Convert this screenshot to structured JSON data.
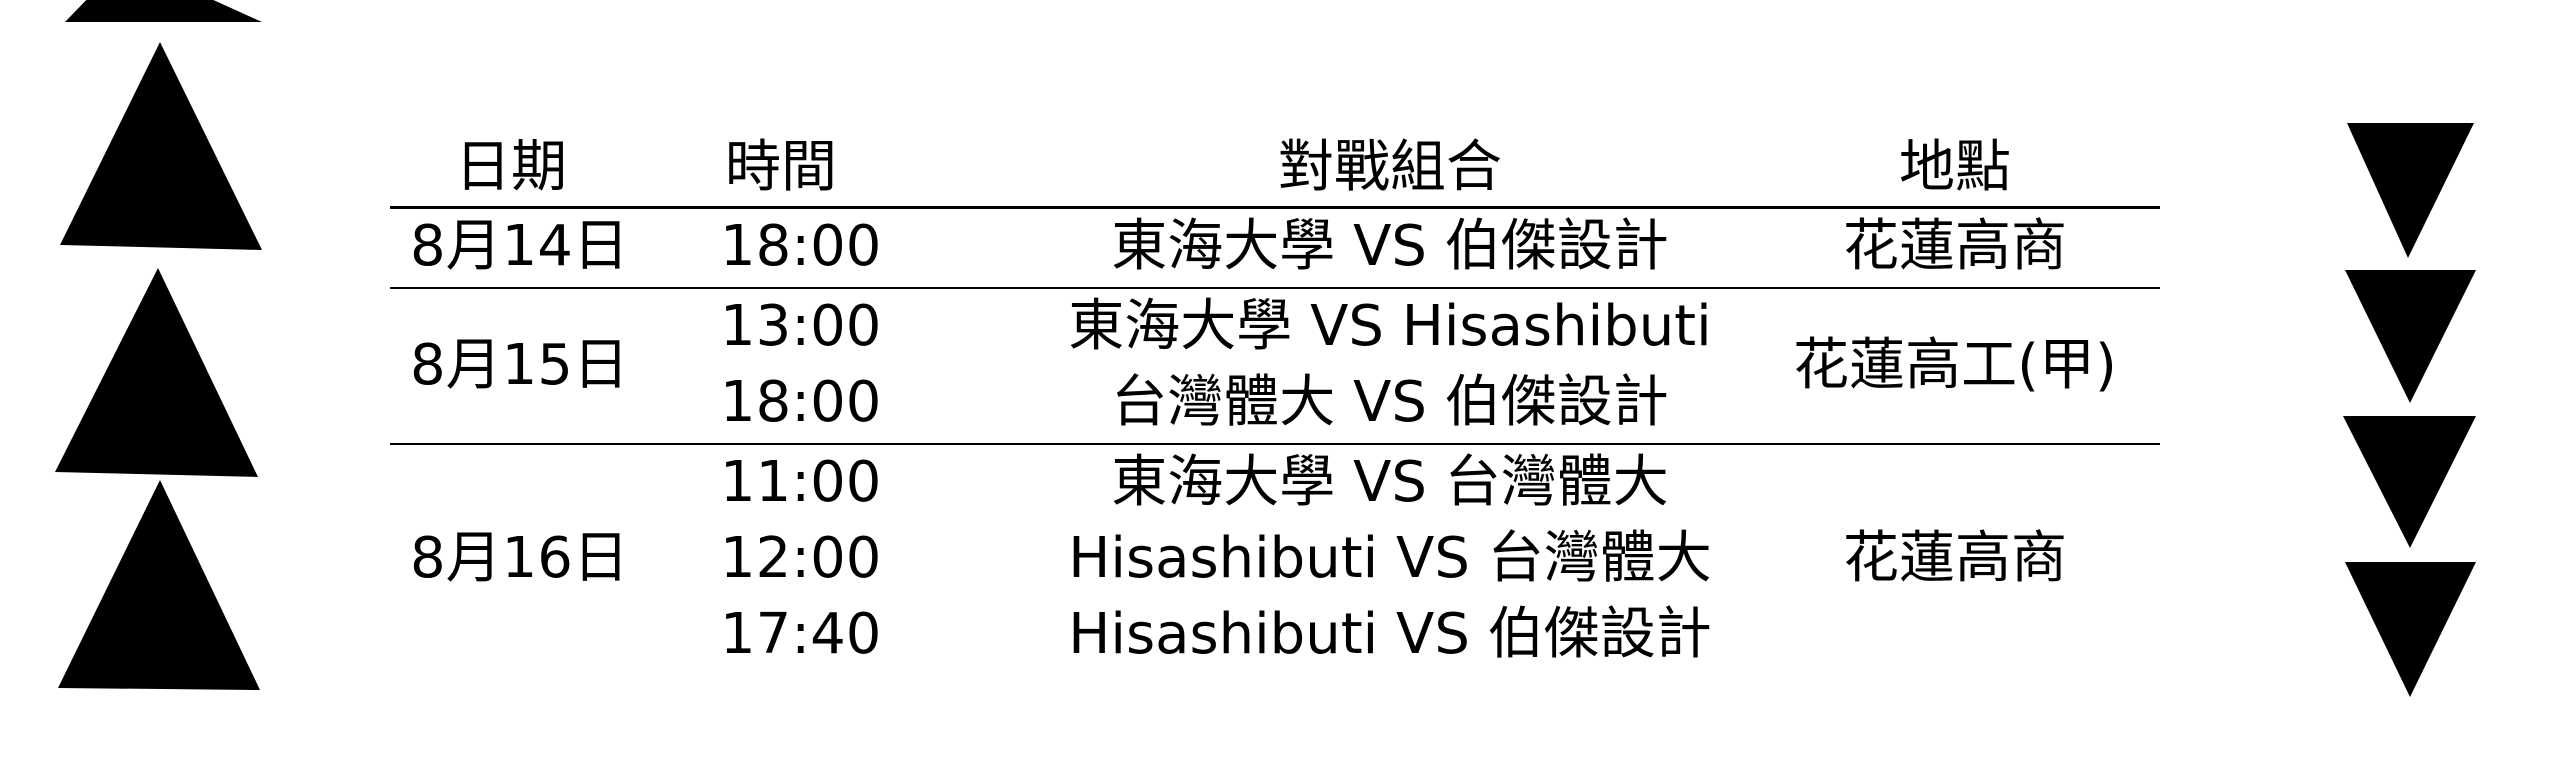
{
  "table": {
    "headers": {
      "date": "日期",
      "time": "時間",
      "match": "對戰組合",
      "venue": "地點"
    },
    "rows": [
      {
        "date": "8月14日",
        "times": [
          "18:00"
        ],
        "matches": [
          "東海大學 VS 伯傑設計"
        ],
        "venue": "花蓮高商"
      },
      {
        "date": "8月15日",
        "times": [
          "13:00",
          "18:00"
        ],
        "matches": [
          "東海大學 VS Hisashibuti",
          "台灣體大 VS 伯傑設計"
        ],
        "venue": "花蓮高工(甲)"
      },
      {
        "date": "8月16日",
        "times": [
          "11:00",
          "12:00",
          "17:40"
        ],
        "matches": [
          "東海大學 VS 台灣體大",
          "Hisashibuti VS 台灣體大",
          "Hisashibuti VS 伯傑設計"
        ],
        "venue": "花蓮高商"
      }
    ]
  },
  "decorations": {
    "left": "up-triangle-icon",
    "right": "down-triangle-icon",
    "color": "#000000"
  }
}
